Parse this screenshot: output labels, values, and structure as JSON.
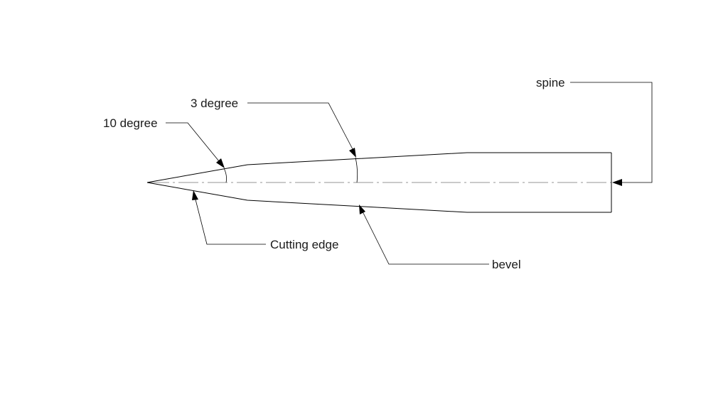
{
  "labels": {
    "spine": "spine",
    "three_degree": "3 degree",
    "ten_degree": "10 degree",
    "cutting_edge": "Cutting edge",
    "bevel": "bevel"
  },
  "colors": {
    "line": "#000000",
    "text": "#1a1a1a",
    "background": "#ffffff"
  }
}
